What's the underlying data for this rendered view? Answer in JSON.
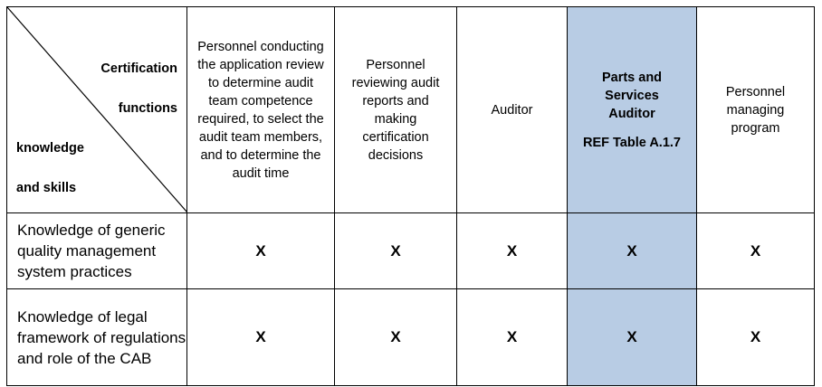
{
  "header": {
    "corner": {
      "certification": "Certification",
      "functions": "functions",
      "knowledge": "knowledge",
      "and_skills": "and skills"
    },
    "columns": [
      "Personnel conducting the application review to determine audit team competence required, to select the audit team members, and to determine the audit time",
      "Personnel reviewing audit reports and making certification decisions",
      "Auditor",
      "Parts and Services Auditor",
      "Personnel managing program"
    ],
    "highlight_ref": "REF Table A.1.7",
    "highlight_color": "#b8cce4"
  },
  "rows": [
    {
      "label": "Knowledge of generic quality management system practices",
      "marks": [
        "X",
        "X",
        "X",
        "X",
        "X"
      ]
    },
    {
      "label": "Knowledge of legal framework of regulations and role of the CAB",
      "marks": [
        "X",
        "X",
        "X",
        "X",
        "X"
      ]
    }
  ]
}
